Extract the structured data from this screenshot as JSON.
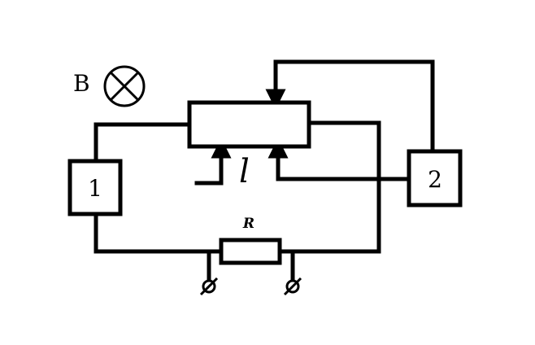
{
  "field_symbol": {
    "label": "B",
    "icon": "cross-in-circle-icon"
  },
  "blocks": [
    {
      "id": "block-1",
      "label": "1"
    },
    {
      "id": "block-2",
      "label": "2"
    }
  ],
  "resistor": {
    "label": "R"
  },
  "sample": {
    "length_label": "l"
  },
  "terminals": {
    "icon": "terminal-slashed-circle-icon",
    "count": 2
  }
}
